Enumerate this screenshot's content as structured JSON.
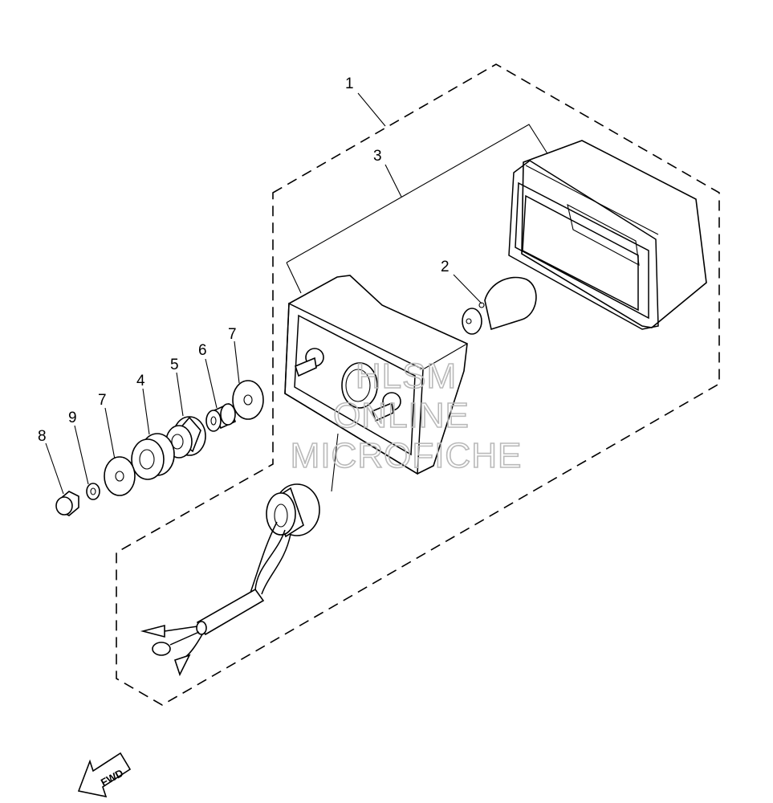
{
  "diagram": {
    "callouts": [
      "1",
      "2",
      "3",
      "4",
      "5",
      "6",
      "7",
      "7",
      "8",
      "9"
    ],
    "watermark": [
      "HLSM",
      "ONLINE",
      "MICROFICHE"
    ],
    "direction_label": "FWD"
  }
}
